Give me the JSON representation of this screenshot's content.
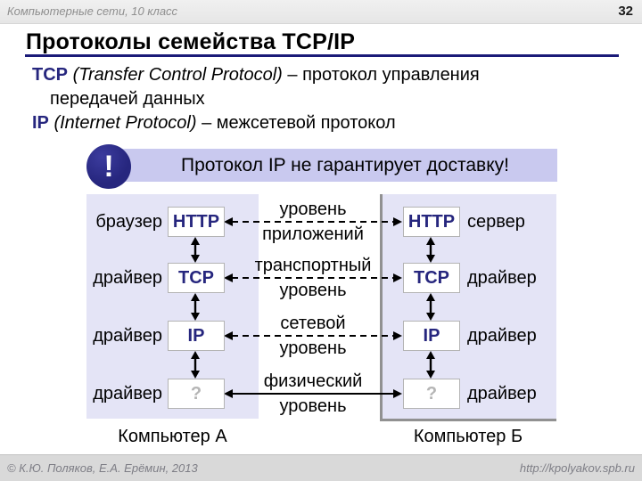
{
  "header": {
    "course": "Компьютерные сети, 10 класс",
    "page_number": "32"
  },
  "title": "Протоколы семейства TCP/IP",
  "definitions": {
    "tcp": {
      "term": "TCP",
      "latin": "(Transfer Control Protocol)",
      "dash_desc": "– протокол управления",
      "desc_cont": "передачей данных"
    },
    "ip": {
      "term": "IP",
      "latin": "(Internet Protocol)",
      "dash_desc": "– межсетевой протокол"
    }
  },
  "callout": {
    "icon": "!",
    "text": "Протокол IP не гарантирует доставку!"
  },
  "diagram": {
    "left_stack": {
      "caption": "Компьютер А",
      "rows": [
        {
          "label": "браузер",
          "proto": "HTTP"
        },
        {
          "label": "драйвер",
          "proto": "TCP"
        },
        {
          "label": "драйвер",
          "proto": "IP"
        },
        {
          "label": "драйвер",
          "proto": "?"
        }
      ]
    },
    "right_stack": {
      "caption": "Компьютер Б",
      "rows": [
        {
          "proto": "HTTP",
          "label": "сервер"
        },
        {
          "proto": "TCP",
          "label": "драйвер"
        },
        {
          "proto": "IP",
          "label": "драйвер"
        },
        {
          "proto": "?",
          "label": "драйвер"
        }
      ]
    },
    "levels": [
      {
        "line1": "уровень",
        "line2": "приложений",
        "line_style": "dashed"
      },
      {
        "line1": "транспортный",
        "line2": "уровень",
        "line_style": "dashed"
      },
      {
        "line1": "сетевой",
        "line2": "уровень",
        "line_style": "dashed"
      },
      {
        "line1": "физический",
        "line2": "уровень",
        "line_style": "solid"
      }
    ]
  },
  "footer": {
    "copyright": "© К.Ю. Поляков, Е.А. Ерёмин, 2013",
    "url": "http://kpolyakov.spb.ru"
  },
  "colors": {
    "navy": "#26267E",
    "rule-navy": "#1A1A78",
    "panel": "#E4E4F6",
    "callout-bg": "#C9C9EF",
    "muted-gray": "#B5B5B5"
  }
}
